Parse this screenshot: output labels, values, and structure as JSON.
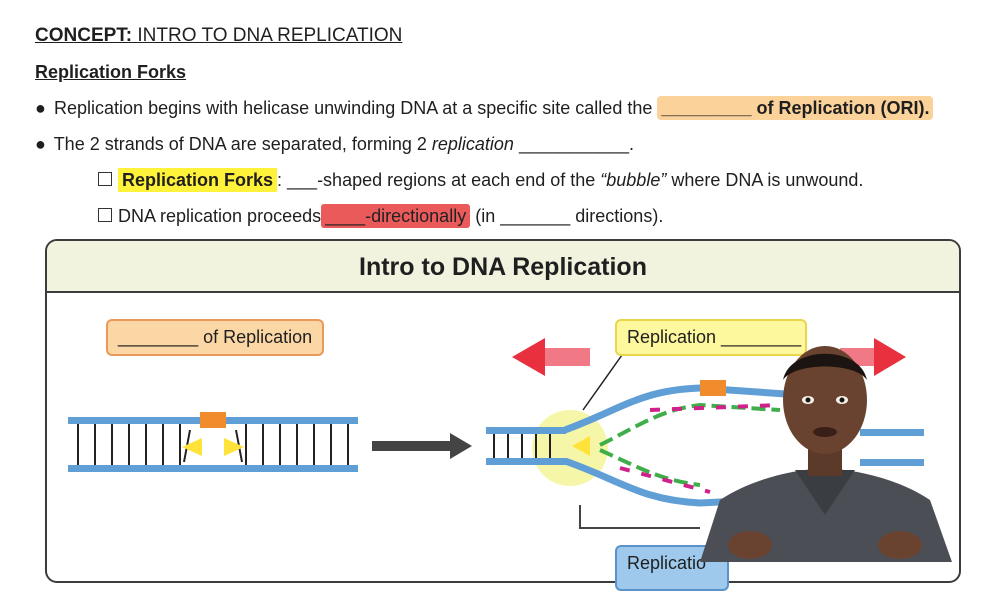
{
  "header": {
    "concept_label": "CONCEPT:",
    "concept_title": "INTRO TO DNA REPLICATION",
    "section_title": "Replication Forks"
  },
  "bullets": [
    {
      "text_before": "Replication begins with helicase unwinding DNA at a specific site called the ",
      "highlight": "_________ of Replication (ORI)."
    },
    {
      "text_before": "The 2 strands of DNA are separated, forming 2 ",
      "italic": "replication",
      "text_after": " ___________."
    }
  ],
  "sub_bullets": [
    {
      "highlight": "Replication Forks",
      "text_after": ": ___-shaped regions at each end of the ",
      "italic": "“bubble”",
      "text_end": " where DNA is unwound."
    },
    {
      "text_before": "DNA replication proceeds",
      "highlight": "____-directionally",
      "text_after": " (in _______  directions)."
    }
  ],
  "panel": {
    "title": "Intro to DNA Replication",
    "origin_tag": "________ of Replication",
    "fork_tag": "Replication ________",
    "bottom_tag": "Replicatio"
  },
  "colors": {
    "orange_highlight": "#fbd29a",
    "yellow_highlight": "#fff23a",
    "red_highlight": "#ea5a5a",
    "dna_blue": "#5f9fd6",
    "header_bg": "#f1f3de"
  }
}
